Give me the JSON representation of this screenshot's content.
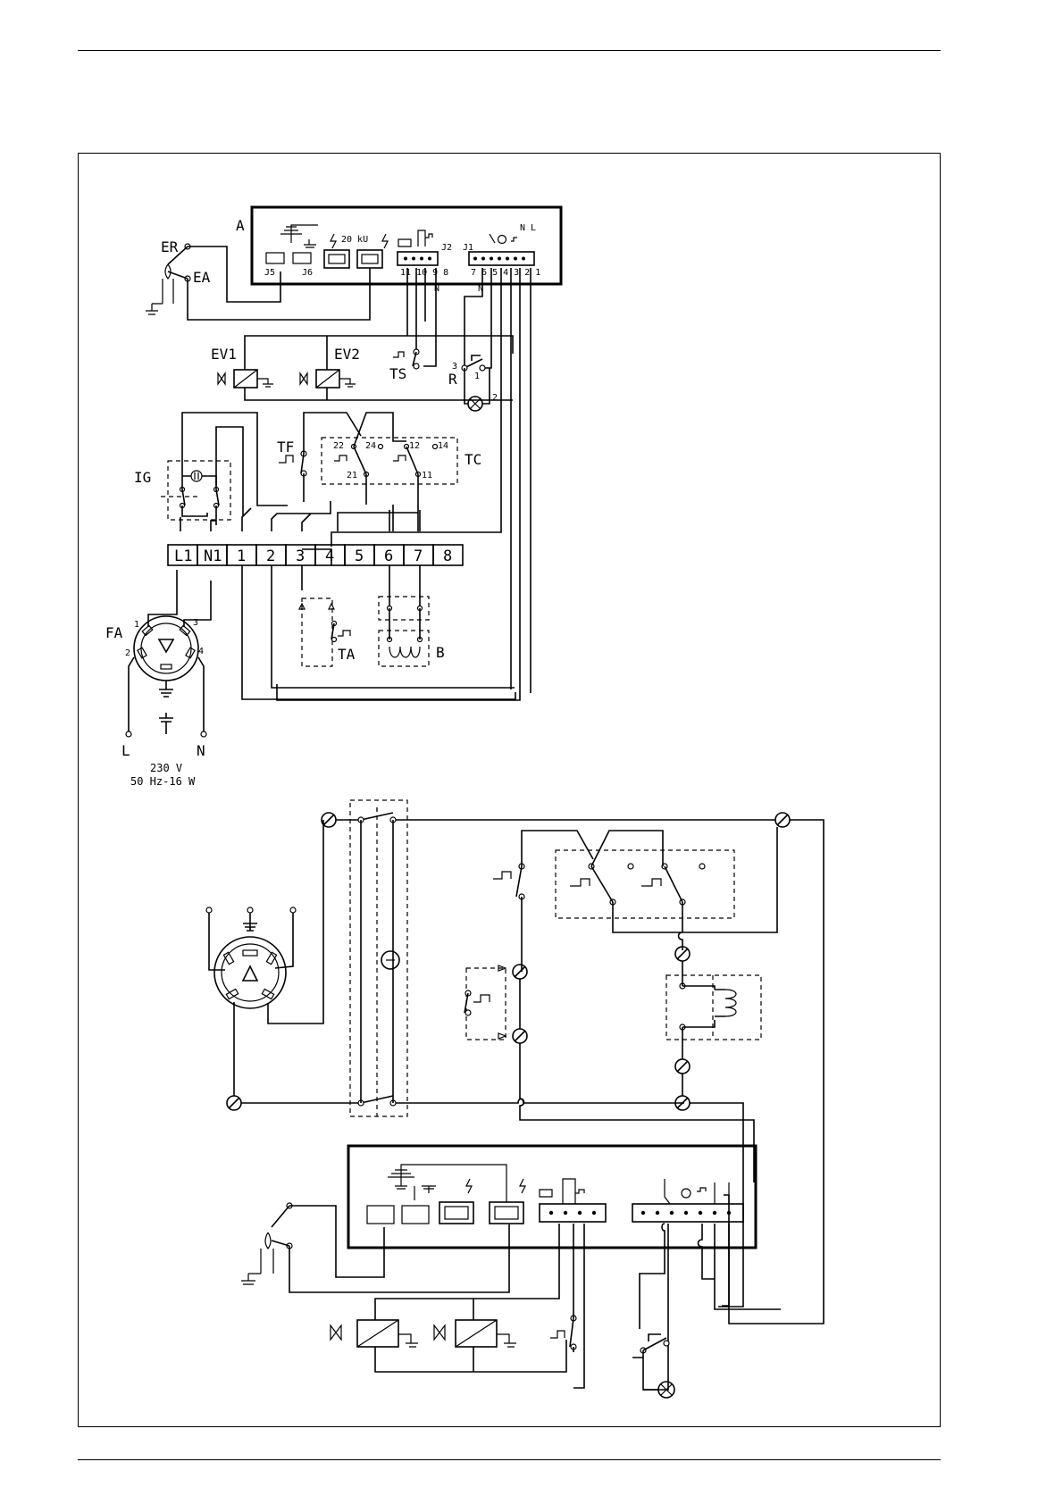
{
  "labels": {
    "A": "A",
    "ER": "ER",
    "EA": "EA",
    "J5": "J5",
    "J6": "J6",
    "J2": "J2",
    "J1": "J1",
    "kv": "20 kU",
    "j2_pins": "11 10 9  8",
    "j1_pins": "7 6 5 4 3 2 1",
    "j1_top": "N L",
    "EV1": "EV1",
    "EV2": "EV2",
    "TS": "TS",
    "R": "R",
    "R3": "3",
    "R1": "1",
    "R2": "2",
    "J2N": "N",
    "J1N": "N",
    "TF": "TF",
    "TC": "TC",
    "IG": "IG",
    "tc22": "22",
    "tc24": "24",
    "tc12": "12",
    "tc14": "14",
    "tc21": "21",
    "tc11": "11",
    "TA": "TA",
    "B": "B",
    "FA": "FA",
    "fa1": "1",
    "fa2": "2",
    "fa3": "3",
    "fa4": "4",
    "L": "L",
    "N": "N",
    "supply_voltage": "230 V",
    "supply_freq": "50 Hz-16 W"
  },
  "terminal_block": [
    "L1",
    "N1",
    "1",
    "2",
    "3",
    "4",
    "5",
    "6",
    "7",
    "8"
  ]
}
